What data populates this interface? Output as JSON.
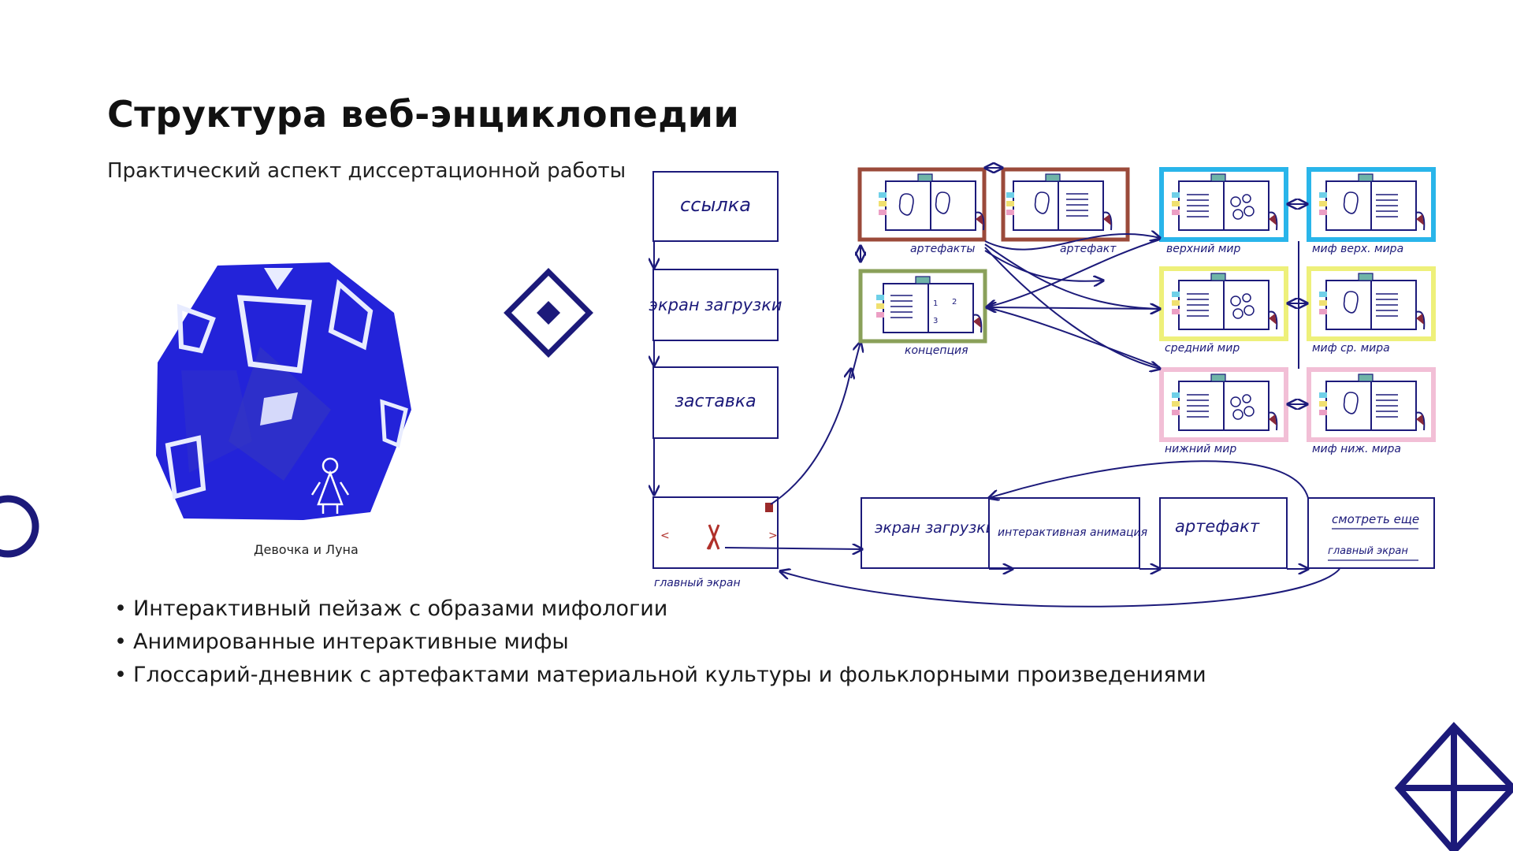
{
  "slide": {
    "title": "Структура веб-энциклопедии",
    "subtitle": "Практический аспект диссертационной работы",
    "image_caption": "Девочка и Луна",
    "bullets": [
      "Интерактивный пейзаж с образами мифологии",
      "Анимированные интерактивные мифы",
      "Глоссарий-дневник с артефактами материальной культуры и фольклорными произведениями"
    ]
  },
  "diagram": {
    "left_column": [
      "ссылка",
      "экран загрузки",
      "заставка"
    ],
    "main_screen": "главный экран",
    "bottom_flow": [
      "экран загрузки",
      "интерактивная анимация",
      "артефакт",
      "смотреть еще",
      "главный экран"
    ],
    "pages": {
      "artifacts": "артефакты",
      "artifact": "артефакт",
      "concept": "концепция",
      "upper_world": "верхний мир",
      "middle_world": "средний мир",
      "lower_world": "нижний мир",
      "myth_upper": "миф верх. мира",
      "myth_middle": "миф ср. мира",
      "myth_lower": "миф ниж. мира"
    },
    "concept_steps": [
      "1",
      "2",
      "3"
    ]
  },
  "colors": {
    "ink": "#1c1a7a",
    "illustration_blue": "#2323d9",
    "artifacts_frame": "#9b4a3a",
    "concept_frame": "#8aa05a",
    "upper_frame": "#29b5ea",
    "middle_frame": "#eef07a",
    "lower_frame": "#f2bfd6",
    "tent_red": "#b0302a"
  },
  "icons": [
    "diamond-icon",
    "ring-icon",
    "star-icon",
    "tent-icon"
  ]
}
